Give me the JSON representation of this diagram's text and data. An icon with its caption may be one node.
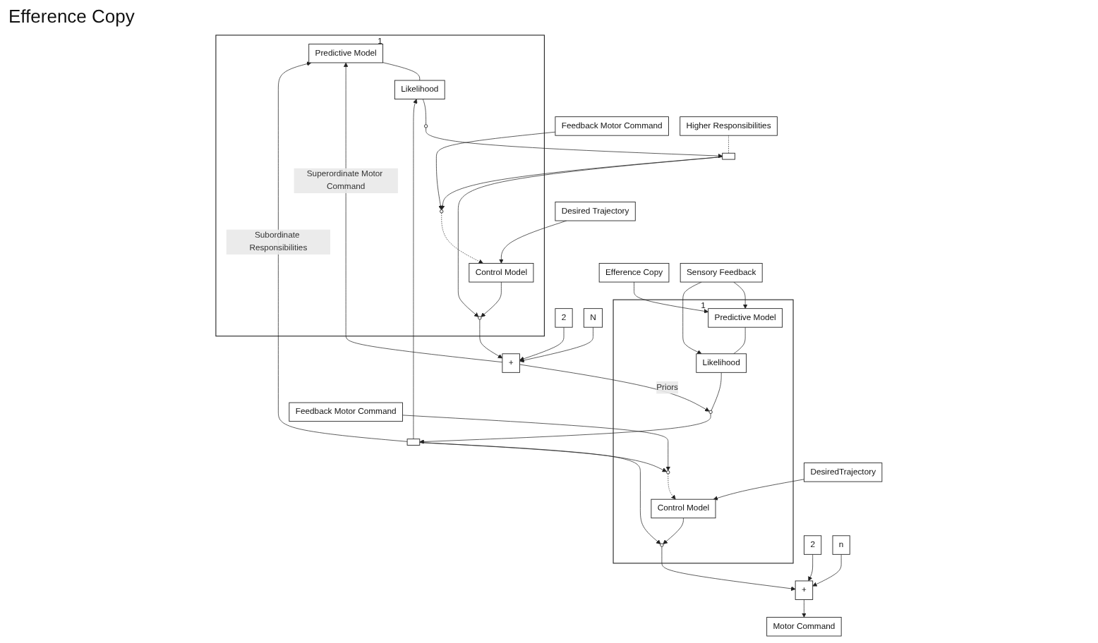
{
  "diagram": {
    "nodes": [
      {
        "text": [
          "1"
        ]
      },
      {
        "text": [
          "Predictive Model"
        ],
        "in": 0
      },
      {
        "text": [
          "Likelihood"
        ],
        "in": 0
      },
      {
        "text": [],
        "shape": "circle",
        "in": 0
      },
      {
        "text": [
          "Control Model"
        ],
        "in": 0
      },
      {
        "text": [],
        "shape": "circle",
        "in": 0
      },
      {
        "text": [],
        "shape": "circle",
        "in": 0
      },
      {
        "text": [
          "2"
        ]
      },
      {
        "text": [
          "N"
        ]
      },
      {
        "text": [
          "+"
        ]
      },
      {
        "text": [],
        "shape": "box"
      },
      {
        "text": [
          "Desired Trajectory"
        ]
      },
      {
        "text": [
          "Feedback Motor Command"
        ]
      },
      {
        "text": [
          "Higher Responsibilities"
        ]
      },
      {
        "text": [
          "1"
        ]
      },
      {
        "text": [
          "Predictive Model"
        ],
        "in": 14
      },
      {
        "text": [
          "Likelihood"
        ],
        "in": 14
      },
      {
        "text": [],
        "shape": "circle",
        "in": 14
      },
      {
        "text": [
          "Control Model"
        ],
        "in": 14
      },
      {
        "text": [],
        "shape": "circle",
        "in": 14
      },
      {
        "text": [],
        "shape": "circle",
        "in": 14
      },
      {
        "text": [
          "2"
        ]
      },
      {
        "text": [
          "n"
        ]
      },
      {
        "text": [
          "+"
        ]
      },
      {
        "text": [],
        "shape": "box"
      },
      {
        "text": [
          "Efference Copy"
        ]
      },
      {
        "text": [
          "Sensory Feedback"
        ]
      },
      {
        "text": [
          "DesiredTrajectory"
        ]
      },
      {
        "text": [
          "Feedback Motor Command"
        ]
      },
      {
        "text": [
          "Motor Command"
        ]
      }
    ],
    "edges": [
      {
        "from": 9,
        "to": 1,
        "arrow": "to",
        "label": "Superordinate Motor Command"
      },
      {
        "from": 9,
        "to": 17,
        "arrow": "to",
        "label": "Priors"
      },
      {
        "from": 11,
        "to": 4,
        "arrow": "to"
      },
      {
        "from": 12,
        "to": 6,
        "arrow": "to"
      },
      {
        "from": 1,
        "to": 2,
        "arrow": "none"
      },
      {
        "from": 2,
        "to": 3,
        "arrow": "none"
      },
      {
        "from": 4,
        "to": 5,
        "arrow": "to"
      },
      {
        "from": 3,
        "to": 10,
        "arrow": "to"
      },
      {
        "from": 10,
        "to": 5,
        "arrow": "to"
      },
      {
        "from": 10,
        "to": 6,
        "arrow": "to"
      },
      {
        "from": 6,
        "to": 4,
        "arrow": "to",
        "style": "dashed"
      },
      {
        "from": 5,
        "to": 9,
        "arrow": "to"
      },
      {
        "from": 7,
        "to": 9,
        "arrow": "to"
      },
      {
        "from": 8,
        "to": 9,
        "arrow": "to"
      },
      {
        "from": 13,
        "to": 10,
        "arrow": "none",
        "style": "dashed"
      },
      {
        "from": 24,
        "to": 1,
        "arrow": "to",
        "label": "Subordinate Responsibilities"
      },
      {
        "from": 24,
        "to": 2,
        "arrow": "to"
      },
      {
        "from": 25,
        "to": 15,
        "arrow": "to"
      },
      {
        "from": 26,
        "to": 15,
        "arrow": "to"
      },
      {
        "from": 26,
        "to": 16,
        "arrow": "to"
      },
      {
        "from": 27,
        "to": 18,
        "arrow": "to"
      },
      {
        "from": 28,
        "to": 20,
        "arrow": "to"
      },
      {
        "from": 15,
        "to": 16,
        "arrow": "none"
      },
      {
        "from": 16,
        "to": 17,
        "arrow": "none"
      },
      {
        "from": 17,
        "to": 24,
        "arrow": "to"
      },
      {
        "from": 24,
        "to": 19,
        "arrow": "to"
      },
      {
        "from": 24,
        "to": 20,
        "arrow": "to"
      },
      {
        "from": 18,
        "to": 19,
        "arrow": "to"
      },
      {
        "from": 20,
        "to": 18,
        "arrow": "to",
        "style": "dashed"
      },
      {
        "from": 19,
        "to": 23,
        "arrow": "to"
      },
      {
        "from": 21,
        "to": 23,
        "arrow": "to"
      },
      {
        "from": 22,
        "to": 23,
        "arrow": "to"
      },
      {
        "from": 23,
        "to": 29,
        "arrow": "to"
      }
    ],
    "labels": [
      "Efference Copy"
    ]
  }
}
